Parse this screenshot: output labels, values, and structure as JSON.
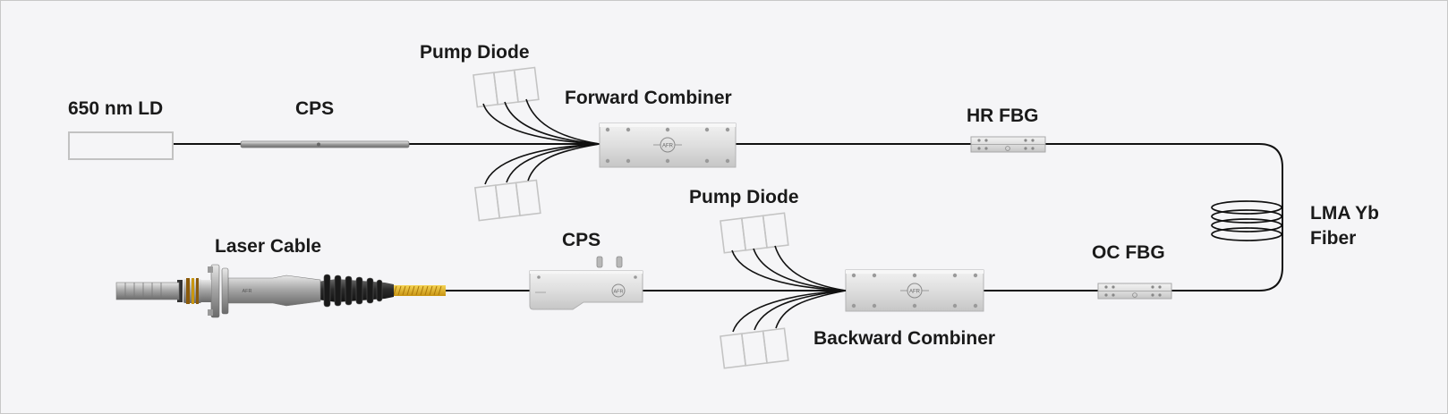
{
  "labels": {
    "ld": "650 nm LD",
    "cps_top": "CPS",
    "pump_top": "Pump Diode",
    "forward_combiner": "Forward Combiner",
    "hr_fbg": "HR FBG",
    "lma_fiber": "LMA Yb\nFiber",
    "laser_cable": "Laser Cable",
    "cps_bottom": "CPS",
    "pump_bottom": "Pump Diode",
    "oc_fbg": "OC FBG",
    "backward_combiner": "Backward Combiner"
  },
  "device_marking": "AFR",
  "colors": {
    "background": "#f5f5f7",
    "fiber": "#111111",
    "metal": "#dcdcdc",
    "cable_yellow": "#e4b21c",
    "outline": "#c4c4c4",
    "border": "#c8c8c8"
  }
}
